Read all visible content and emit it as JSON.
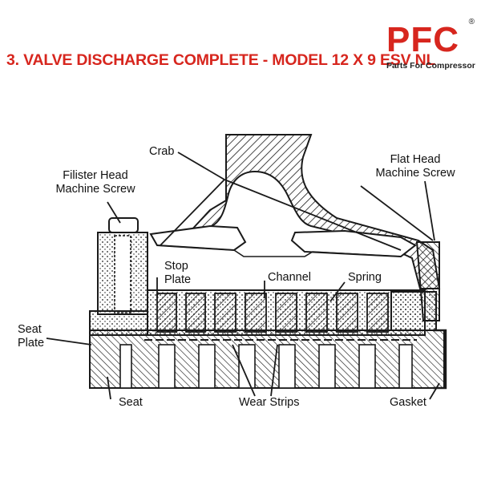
{
  "title": "3. VALVE DISCHARGE COMPLETE - MODEL 12 X 9 ESV NL",
  "logo": {
    "letters": "PFC",
    "registered": "®",
    "tagline": "Parts For Compressor"
  },
  "labels": {
    "crab": "Crab",
    "filister_line1": "Filister Head",
    "filister_line2": "Machine Screw",
    "flat_line1": "Flat Head",
    "flat_line2": "Machine Screw",
    "stop_line1": "Stop",
    "stop_line2": "Plate",
    "channel": "Channel",
    "spring": "Spring",
    "seat_plate_line1": "Seat",
    "seat_plate_line2": "Plate",
    "seat": "Seat",
    "wear_strips": "Wear Strips",
    "gasket": "Gasket"
  },
  "colors": {
    "brand_red": "#d7261e",
    "ink": "#1a1a1a"
  }
}
